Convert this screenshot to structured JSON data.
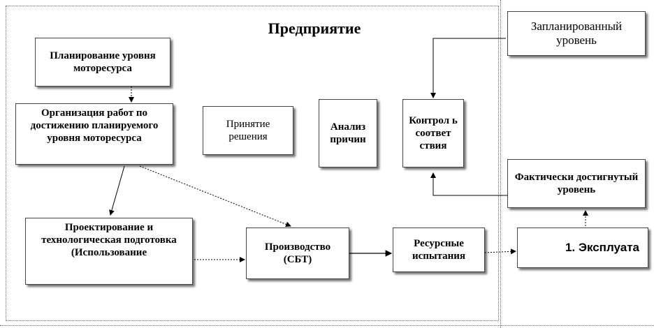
{
  "diagram": {
    "title": "Предприятие",
    "nodes": {
      "planning": "Планирование уровня моторесурса",
      "organization": "Организация работ по достижению планируемого уровня моторесурса",
      "decision": "Принятие решения",
      "analysis": "Анализ причин",
      "control": "Контрол ь соответ ствия",
      "planned_level": "Запланированный уровень",
      "actual_level": "Фактически достигнутый уровень",
      "design": "Проектирование и технологическая подготовка (Использование",
      "production": "Производство (СБТ)",
      "resource_tests": "Ресурсные испытания",
      "operation": "1. Эксплуата"
    }
  }
}
